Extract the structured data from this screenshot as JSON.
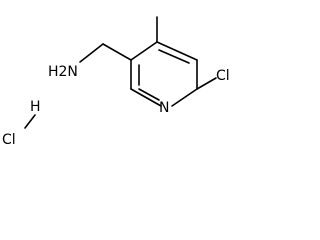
{
  "molecule": {
    "labels": {
      "amine": "H2N",
      "ring_nitrogen": "N",
      "chlorine": "Cl",
      "salt_h": "H",
      "salt_cl": "Cl"
    }
  }
}
